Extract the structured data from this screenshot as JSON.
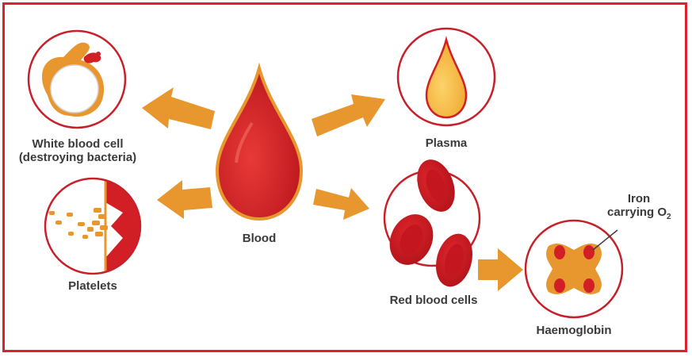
{
  "labels": {
    "white_blood_cell_line1": "White blood cell",
    "white_blood_cell_line2": "(destroying bacteria)",
    "platelets": "Platelets",
    "blood": "Blood",
    "plasma": "Plasma",
    "red_blood_cells": "Red blood cells",
    "iron_line1": "Iron",
    "iron_line2": "carrying O",
    "iron_subscript": "2",
    "haemoglobin": "Haemoglobin"
  },
  "colors": {
    "border": "#d9232e",
    "circle_outline": "#c8202a",
    "arrow": "#e8962e",
    "blood": "#d21f26",
    "plasma": "#f6b93b",
    "platelet": "#e8962e",
    "text": "#3a3a3a"
  }
}
